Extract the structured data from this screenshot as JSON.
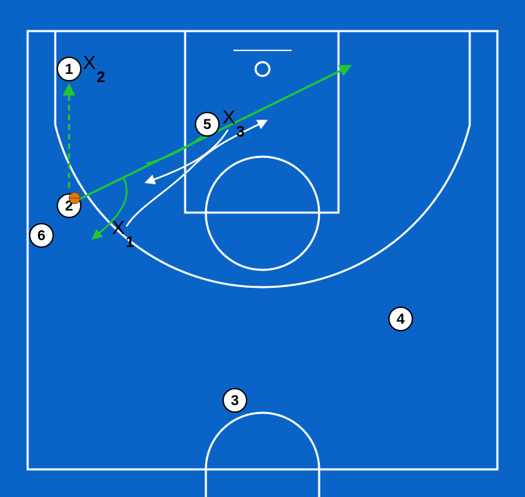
{
  "diagram": {
    "background_color": "#0a64c8",
    "line_color": "#ffffff",
    "pass_color": "#22c72e",
    "ball_color": "#e07b14"
  },
  "offense": [
    {
      "id": "p1",
      "label": "1"
    },
    {
      "id": "p2",
      "label": "2"
    },
    {
      "id": "p3",
      "label": "3"
    },
    {
      "id": "p4",
      "label": "4"
    },
    {
      "id": "p5",
      "label": "5"
    },
    {
      "id": "p6",
      "label": "6"
    }
  ],
  "defense": [
    {
      "id": "x1",
      "mark": "X",
      "sub": "1"
    },
    {
      "id": "x2",
      "mark": "X",
      "sub": "2"
    },
    {
      "id": "x3",
      "mark": "X",
      "sub": "3"
    }
  ]
}
